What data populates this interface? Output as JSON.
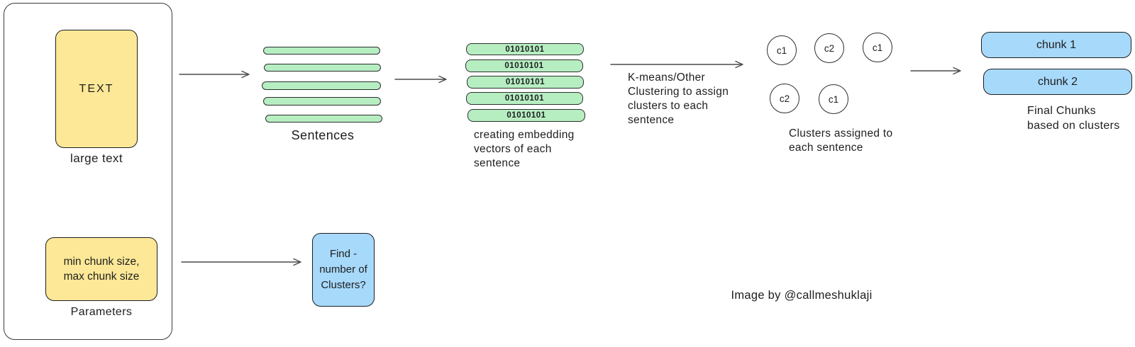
{
  "colors": {
    "yellow": "#fce897",
    "green": "#b6eec2",
    "blue": "#a7d9fb",
    "ink": "#1e1e1e",
    "arrow": "#4a4a4a",
    "border": "#2e2e2e"
  },
  "input_panel": {
    "text_box_label": "TEXT",
    "text_caption": "large text",
    "params_lines": [
      "min chunk size,",
      "max chunk size"
    ],
    "params_caption": "Parameters"
  },
  "sentences": {
    "bar_count": 5,
    "caption": "Sentences"
  },
  "embeddings": {
    "values": [
      "01010101",
      "01010101",
      "01010101",
      "01010101",
      "01010101"
    ],
    "caption_lines": [
      "creating embedding",
      "vectors of each",
      "sentence"
    ]
  },
  "kmeans_note_lines": [
    "K-means/Other",
    "Clustering to assign",
    "clusters to each",
    "sentence"
  ],
  "clusters": {
    "items": [
      "c1",
      "c2",
      "c1",
      "c2",
      "c1"
    ],
    "caption_lines": [
      "Clusters assigned to",
      "each sentence"
    ]
  },
  "chunks": {
    "items": [
      "chunk 1",
      "chunk 2"
    ],
    "caption_lines": [
      "Final Chunks",
      "based on clusters"
    ]
  },
  "find_box": {
    "lines": [
      "Find -",
      "number of",
      "Clusters?"
    ]
  },
  "credit": "Image by @callmeshuklaji"
}
